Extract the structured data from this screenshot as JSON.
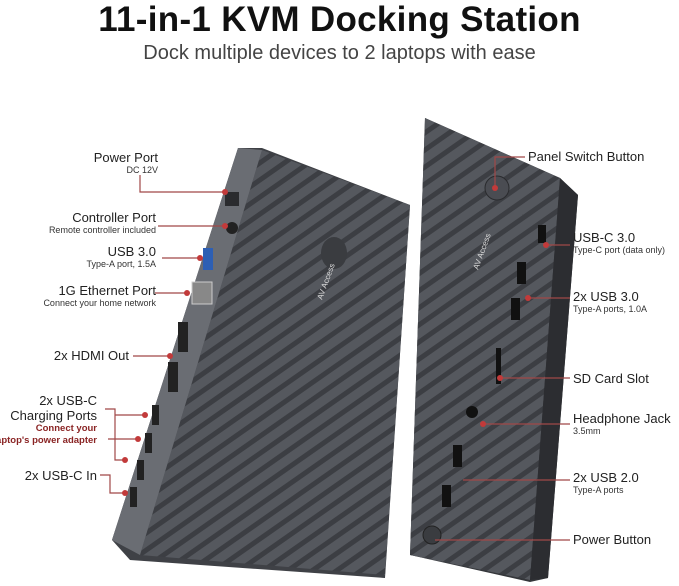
{
  "header": {
    "title": "11-in-1 KVM Docking Station",
    "subtitle": "Dock multiple devices to 2 laptops with ease"
  },
  "logo": "AV Access",
  "colors": {
    "device": "#4a4c52",
    "device_top": "#5b5e64",
    "leader": "#a04848",
    "accent_red": "#8a2424"
  },
  "left_labels": [
    {
      "title": "Power Port",
      "sub": "DC 12V"
    },
    {
      "title": "Controller Port",
      "sub": "Remote controller included"
    },
    {
      "title": "USB 3.0",
      "sub": "Type-A port, 1.5A"
    },
    {
      "title": "1G Ethernet Port",
      "sub": "Connect your home network"
    },
    {
      "title": "2x HDMI Out",
      "sub": ""
    },
    {
      "title": "2x USB-C",
      "title2": "Charging Ports",
      "note1": "Connect your",
      "note2": "laptop's power adapter"
    },
    {
      "title": "2x USB-C In",
      "sub": ""
    }
  ],
  "right_labels": [
    {
      "title": "Panel Switch Button",
      "sub": ""
    },
    {
      "title": "USB-C 3.0",
      "sub": "Type-C port (data only)"
    },
    {
      "title": "2x USB 3.0",
      "sub": "Type-A ports, 1.0A"
    },
    {
      "title": "SD Card Slot",
      "sub": ""
    },
    {
      "title": "Headphone Jack",
      "sub": "3.5mm"
    },
    {
      "title": "2x USB 2.0",
      "sub": "Type-A ports"
    },
    {
      "title": "Power Button",
      "sub": ""
    }
  ]
}
